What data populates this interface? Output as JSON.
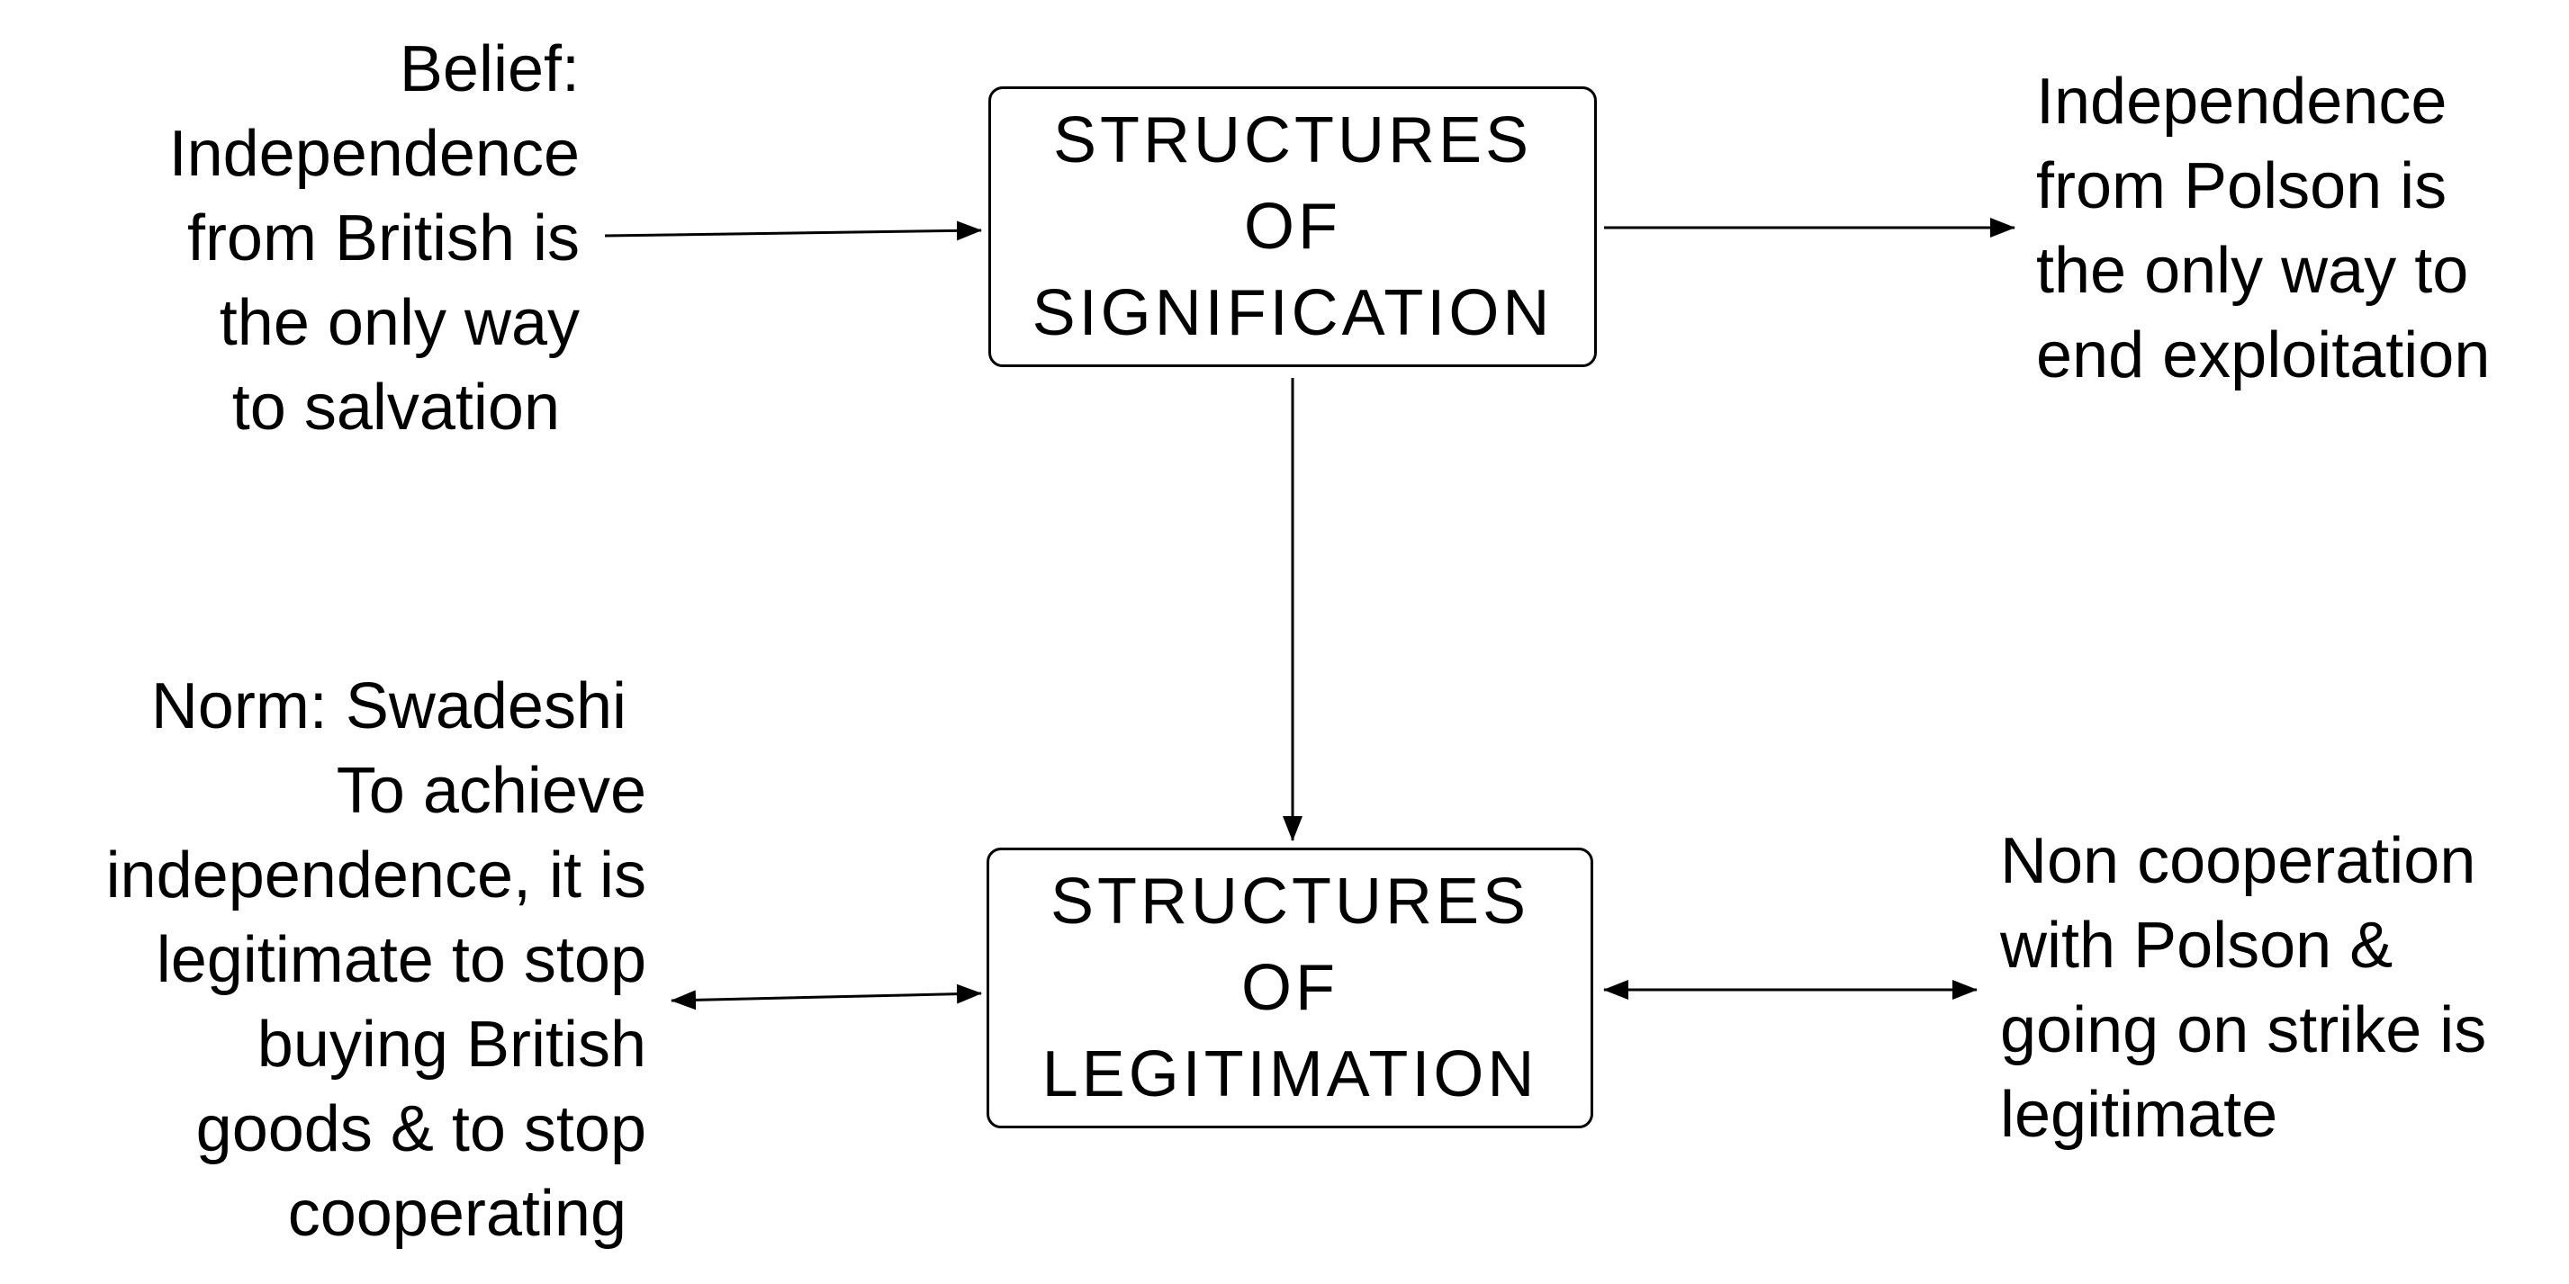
{
  "boxes": {
    "signification": [
      "STRUCTURES",
      "OF",
      "SIGNIFICATION"
    ],
    "legitimation": [
      "STRUCTURES",
      "OF",
      "LEGITIMATION"
    ]
  },
  "notes": {
    "belief": [
      "Belief:",
      "Independence",
      "from British is",
      "the only way",
      "to salvation"
    ],
    "polson_independence": [
      "Independence",
      "from Polson is",
      "the only way to",
      "end exploitation"
    ],
    "norm": [
      "Norm: Swadeshi",
      "To achieve",
      "independence, it is",
      "legitimate to stop",
      "buying British",
      "goods & to stop",
      "cooperating"
    ],
    "non_cooperation": [
      "Non cooperation",
      "with Polson &",
      "going on strike is",
      "legitimate"
    ]
  }
}
